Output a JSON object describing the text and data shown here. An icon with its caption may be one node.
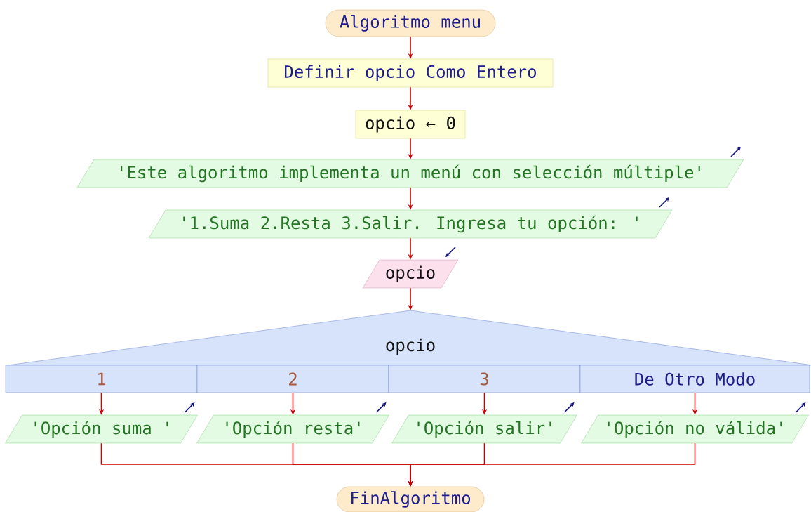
{
  "diagram": {
    "nodes": [
      {
        "text": [
          "Algoritmo menu"
        ]
      },
      {
        "text": [
          "Definir opcio Como Entero"
        ]
      },
      {
        "text": [
          "opcio ← 0"
        ]
      },
      {
        "text": [
          "'Este algoritmo implementa un menú con selección múltiple'"
        ]
      },
      {
        "text": [
          "'1.Suma 2.Resta 3.Salir. Ingresa tu opción: '"
        ]
      },
      {
        "text": [
          "opcio"
        ]
      },
      {
        "text": [
          "opcio"
        ]
      },
      {
        "text": [
          "1"
        ]
      },
      {
        "text": [
          "2"
        ]
      },
      {
        "text": [
          "3"
        ]
      },
      {
        "text": [
          "De Otro Modo"
        ]
      },
      {
        "text": [
          "'Opción suma '"
        ]
      },
      {
        "text": [
          "'Opción resta'"
        ]
      },
      {
        "text": [
          "'Opción salir'"
        ]
      },
      {
        "text": [
          "'Opción no válida'"
        ]
      },
      {
        "text": [
          "FinAlgoritmo"
        ]
      }
    ],
    "edges": [
      {
        "from": 0,
        "to": 1,
        "arrow": "to"
      },
      {
        "from": 1,
        "to": 2,
        "arrow": "to"
      },
      {
        "from": 2,
        "to": 3,
        "arrow": "to"
      },
      {
        "from": 3,
        "to": 4,
        "arrow": "to"
      },
      {
        "from": 4,
        "to": 5,
        "arrow": "to"
      },
      {
        "from": 5,
        "to": 6,
        "arrow": "to"
      },
      {
        "from": 7,
        "to": 11,
        "arrow": "to"
      },
      {
        "from": 8,
        "to": 12,
        "arrow": "to"
      },
      {
        "from": 9,
        "to": 13,
        "arrow": "to"
      },
      {
        "from": 10,
        "to": 14,
        "arrow": "to"
      },
      {
        "from": 11,
        "to": 15,
        "arrow": "to"
      },
      {
        "from": 12,
        "to": 15,
        "arrow": "to"
      },
      {
        "from": 13,
        "to": 15,
        "arrow": "to"
      },
      {
        "from": 14,
        "to": 15,
        "arrow": "to"
      }
    ]
  }
}
